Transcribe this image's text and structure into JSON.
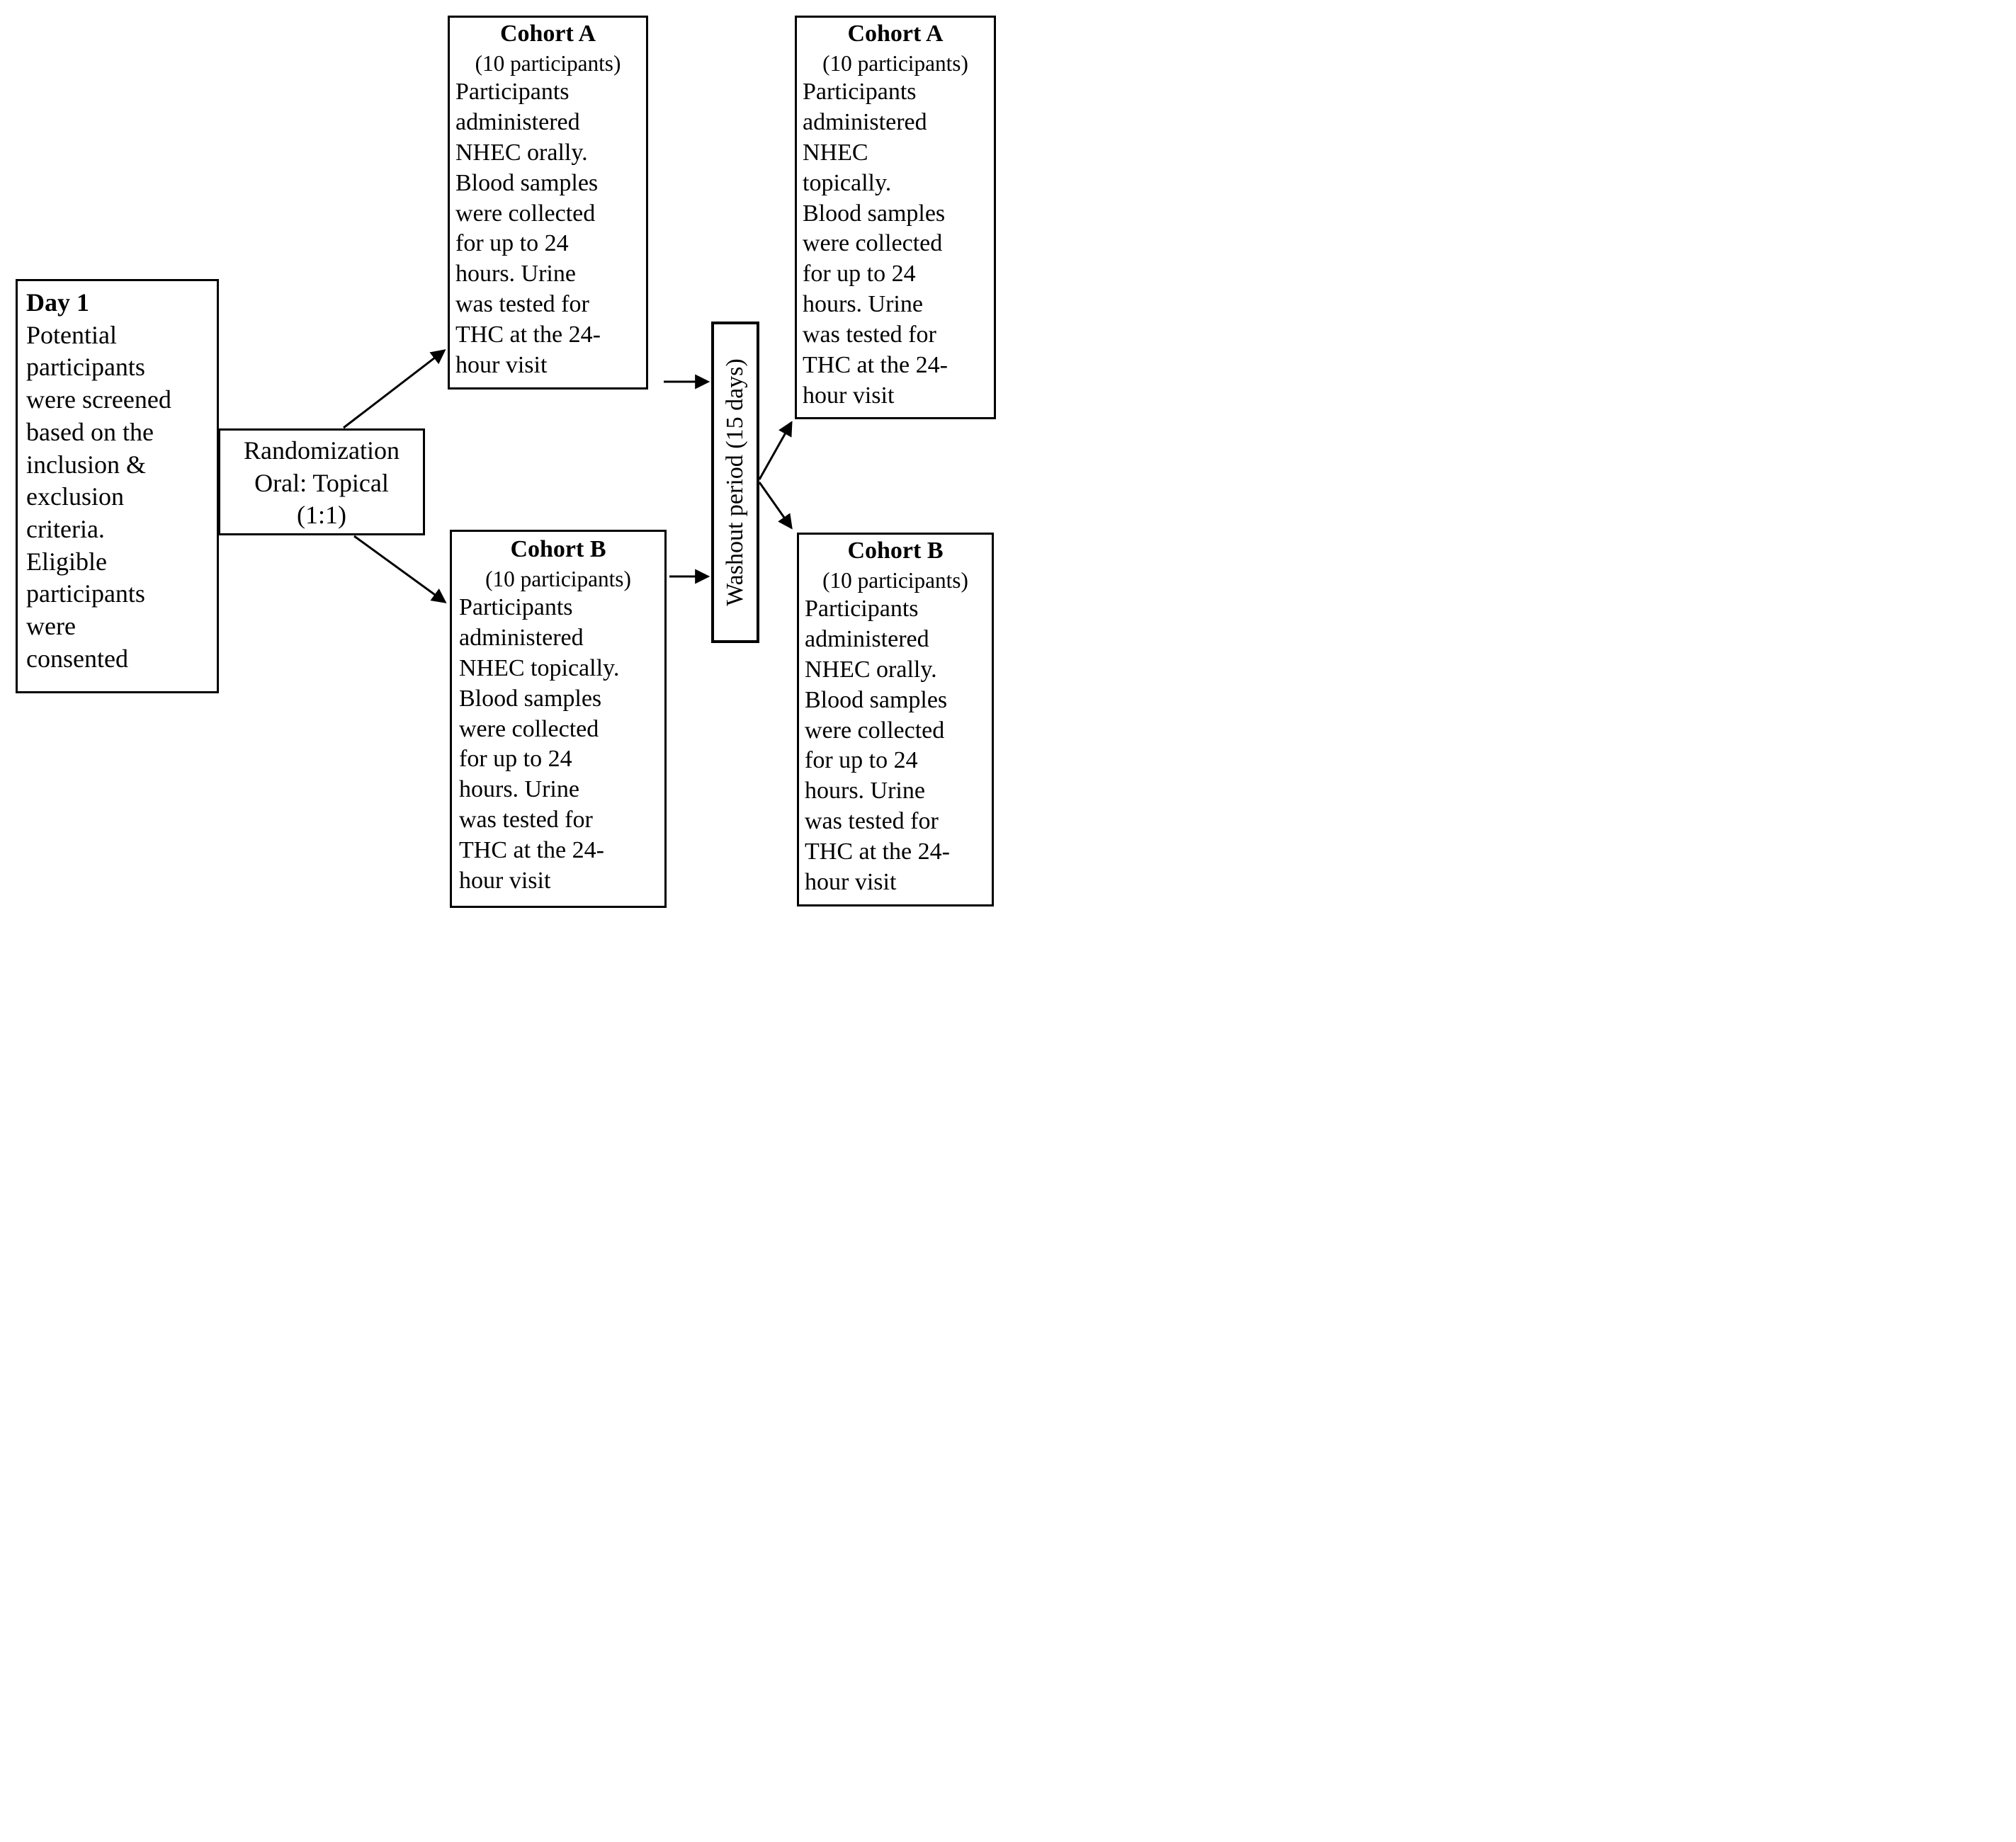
{
  "colors": {
    "background": "#ffffff",
    "border": "#000000",
    "text": "#000000"
  },
  "diagram": {
    "day1": {
      "title": "Day 1",
      "body": "Potential\nparticipants\nwere screened\nbased on the\ninclusion &\nexclusion\ncriteria.\nEligible\nparticipants\nwere\nconsented"
    },
    "randomization": {
      "text": "Randomization\nOral: Topical\n(1:1)"
    },
    "cohort_a_oral": {
      "title": "Cohort A",
      "subtitle": "(10 participants)",
      "body": "Participants\nadministered\nNHEC orally.\nBlood samples\nwere collected\nfor up to 24\nhours. Urine\nwas tested for\nTHC at the 24-\nhour visit"
    },
    "cohort_b_topical": {
      "title": "Cohort B",
      "subtitle": "(10 participants)",
      "body": "Participants\nadministered\nNHEC topically.\nBlood samples\nwere collected\nfor up to 24\nhours. Urine\nwas tested for\nTHC at the 24-\nhour visit"
    },
    "washout": {
      "text": "Washout period (15 days)"
    },
    "cohort_a_topical": {
      "title": "Cohort A",
      "subtitle": "(10 participants)",
      "body": "Participants\nadministered\nNHEC\ntopically.\nBlood samples\nwere collected\nfor up to 24\nhours. Urine\nwas tested for\nTHC at the 24-\nhour visit"
    },
    "cohort_b_oral": {
      "title": "Cohort B",
      "subtitle": "(10 participants)",
      "body": "Participants\nadministered\nNHEC orally.\nBlood samples\nwere collected\nfor up to 24\nhours. Urine\nwas tested for\nTHC at the 24-\nhour visit"
    }
  }
}
